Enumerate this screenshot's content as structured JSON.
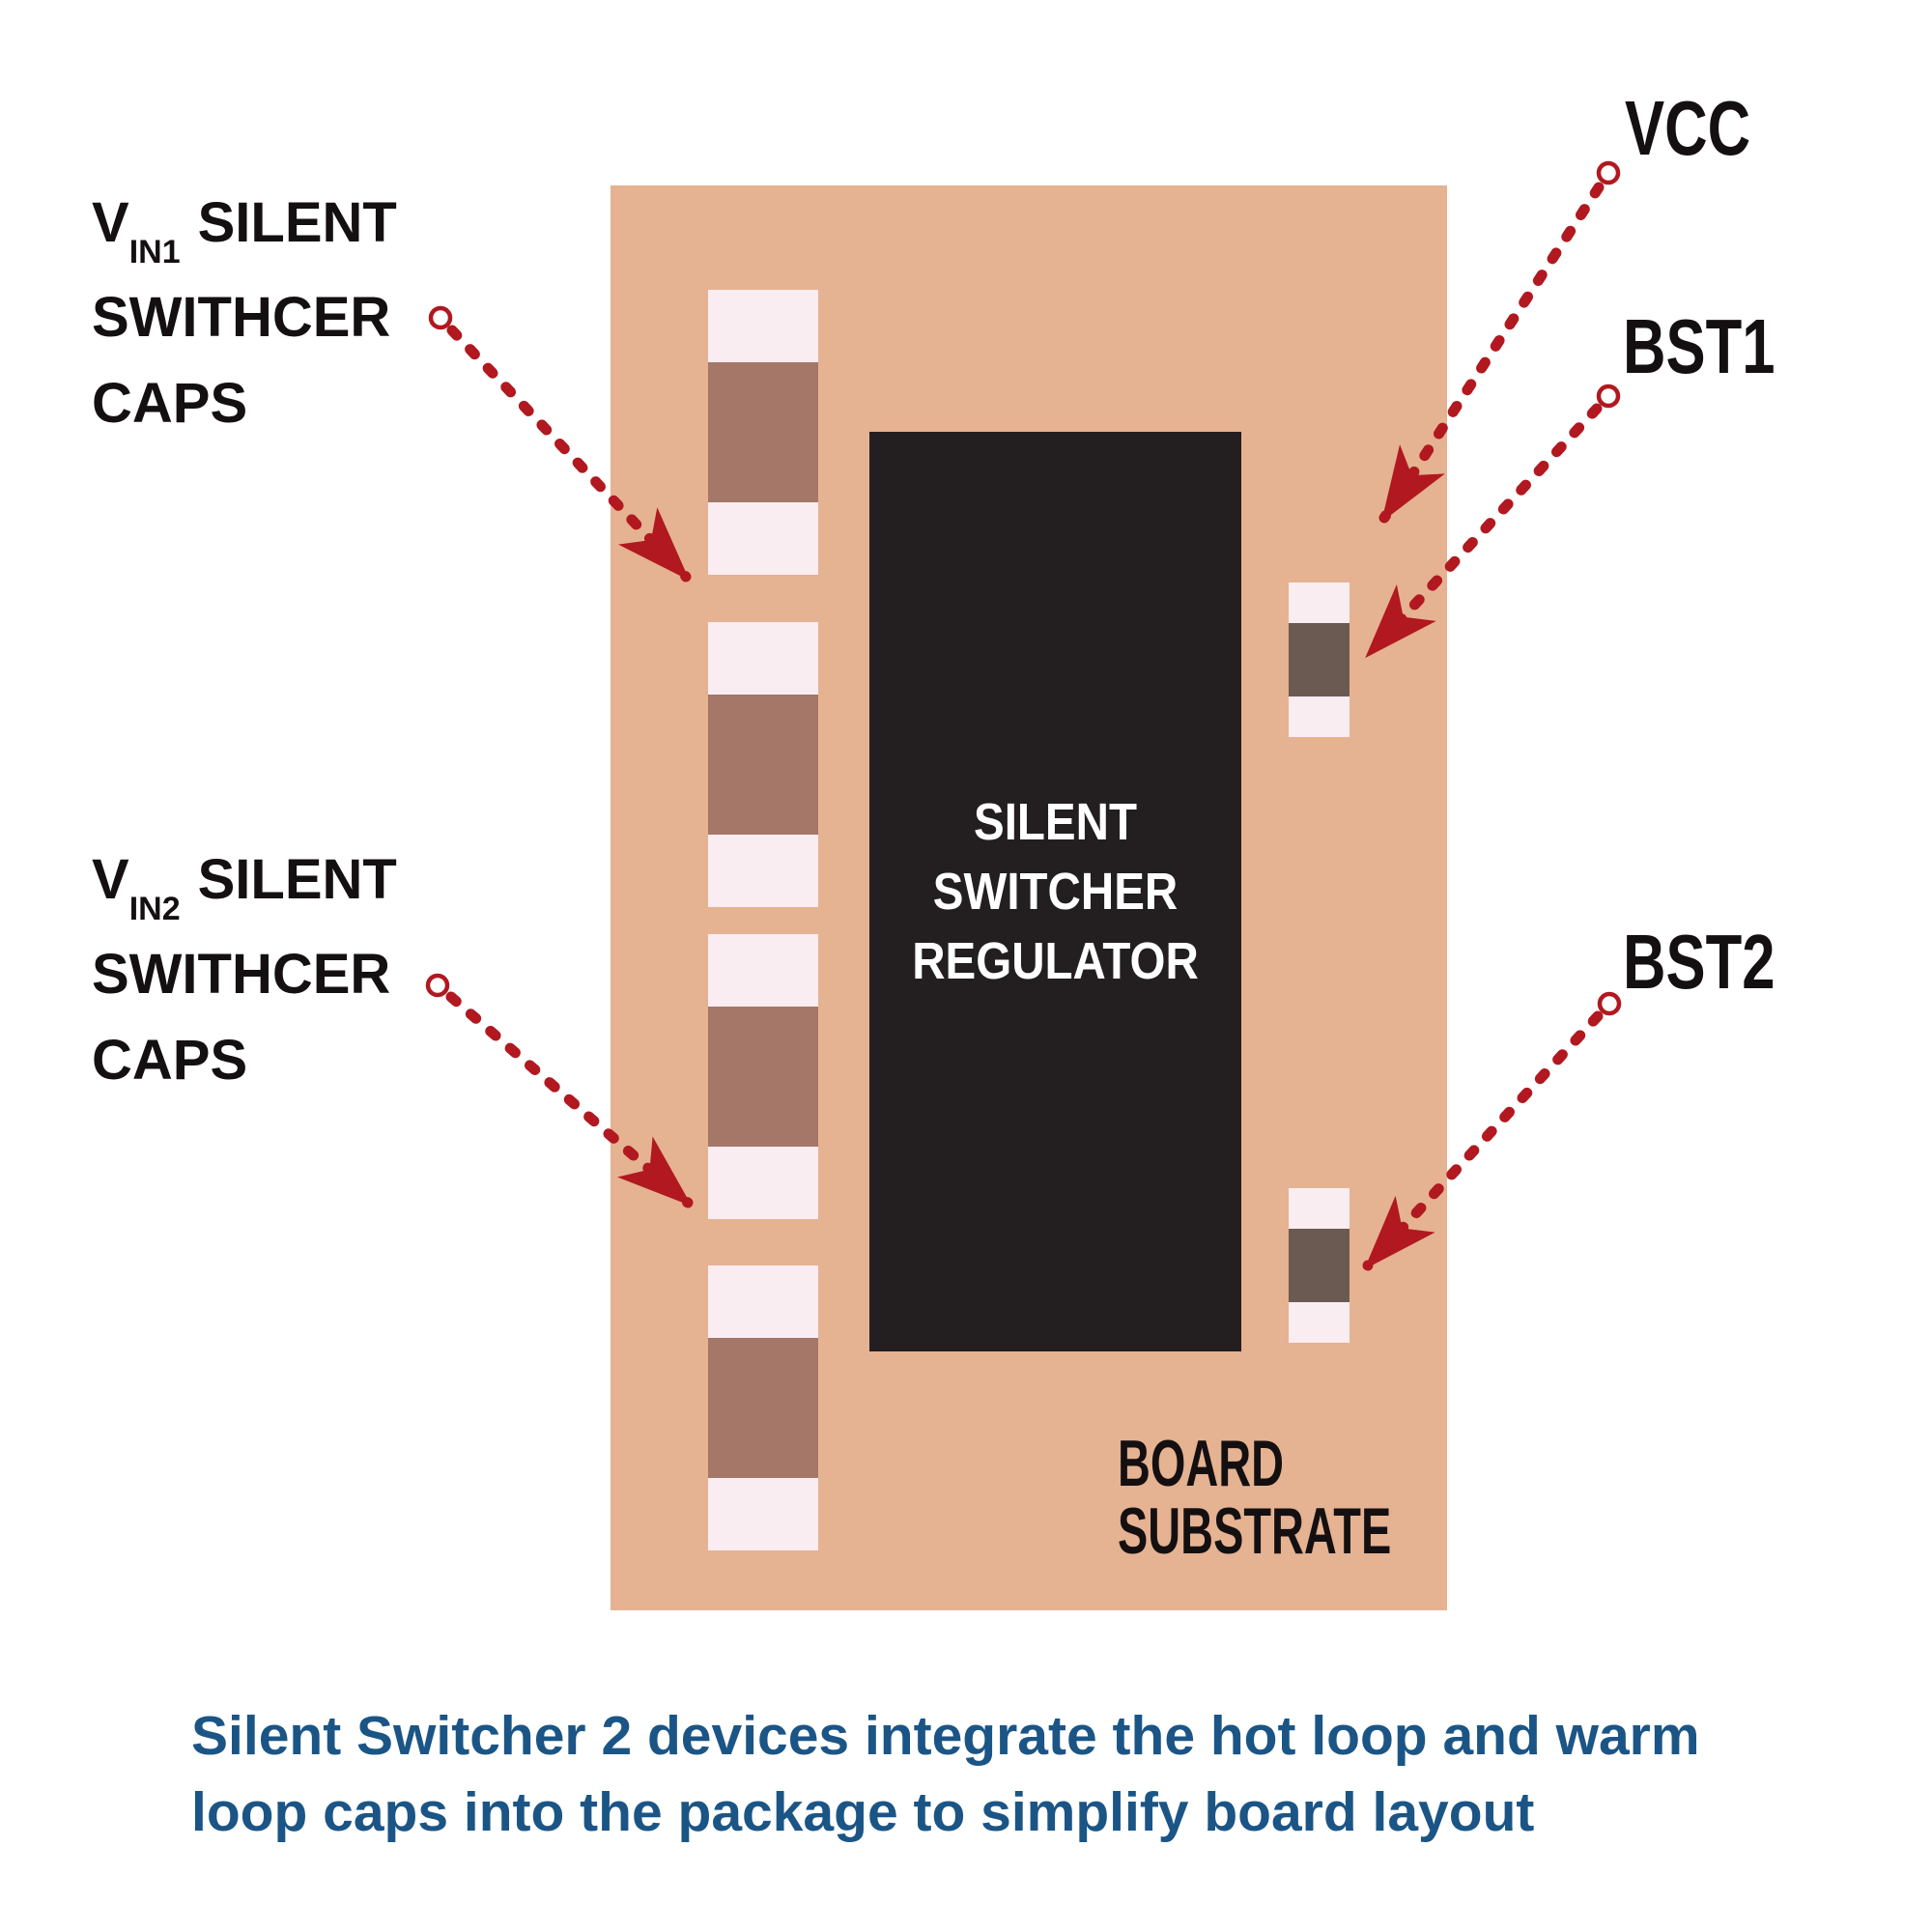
{
  "diagram": {
    "regulator": {
      "line1": "SILENT",
      "line2": "SWITCHER",
      "line3": "REGULATOR"
    },
    "board": {
      "substrate_line1": "BOARD",
      "substrate_line2": "SUBSTRATE"
    },
    "labels": {
      "vin1": {
        "v": "V",
        "sub": "IN1",
        "rest": "SILENT",
        "line2": "SWITHCER",
        "line3": "CAPS"
      },
      "vin2": {
        "v": "V",
        "sub": "IN2",
        "rest": "SILENT",
        "line2": "SWITHCER",
        "line3": "CAPS"
      },
      "vcc": "VCC",
      "bst1": "BST1",
      "bst2": "BST2"
    },
    "caption": {
      "line1": "Silent Switcher 2 devices integrate the hot loop and warm",
      "line2": "loop caps into the package to simplify board layout"
    }
  },
  "colors": {
    "board-tan": "#e5b292",
    "cap-pink": "#f9edf2",
    "cap-brown": "#a47768",
    "cap-dark-brown": "#6b5a51",
    "chip-black": "#231f20",
    "arrow-red": "#b1181f",
    "caption-blue": "#1b5586",
    "label-black": "#141011",
    "regulator-text": "#ffffff"
  }
}
